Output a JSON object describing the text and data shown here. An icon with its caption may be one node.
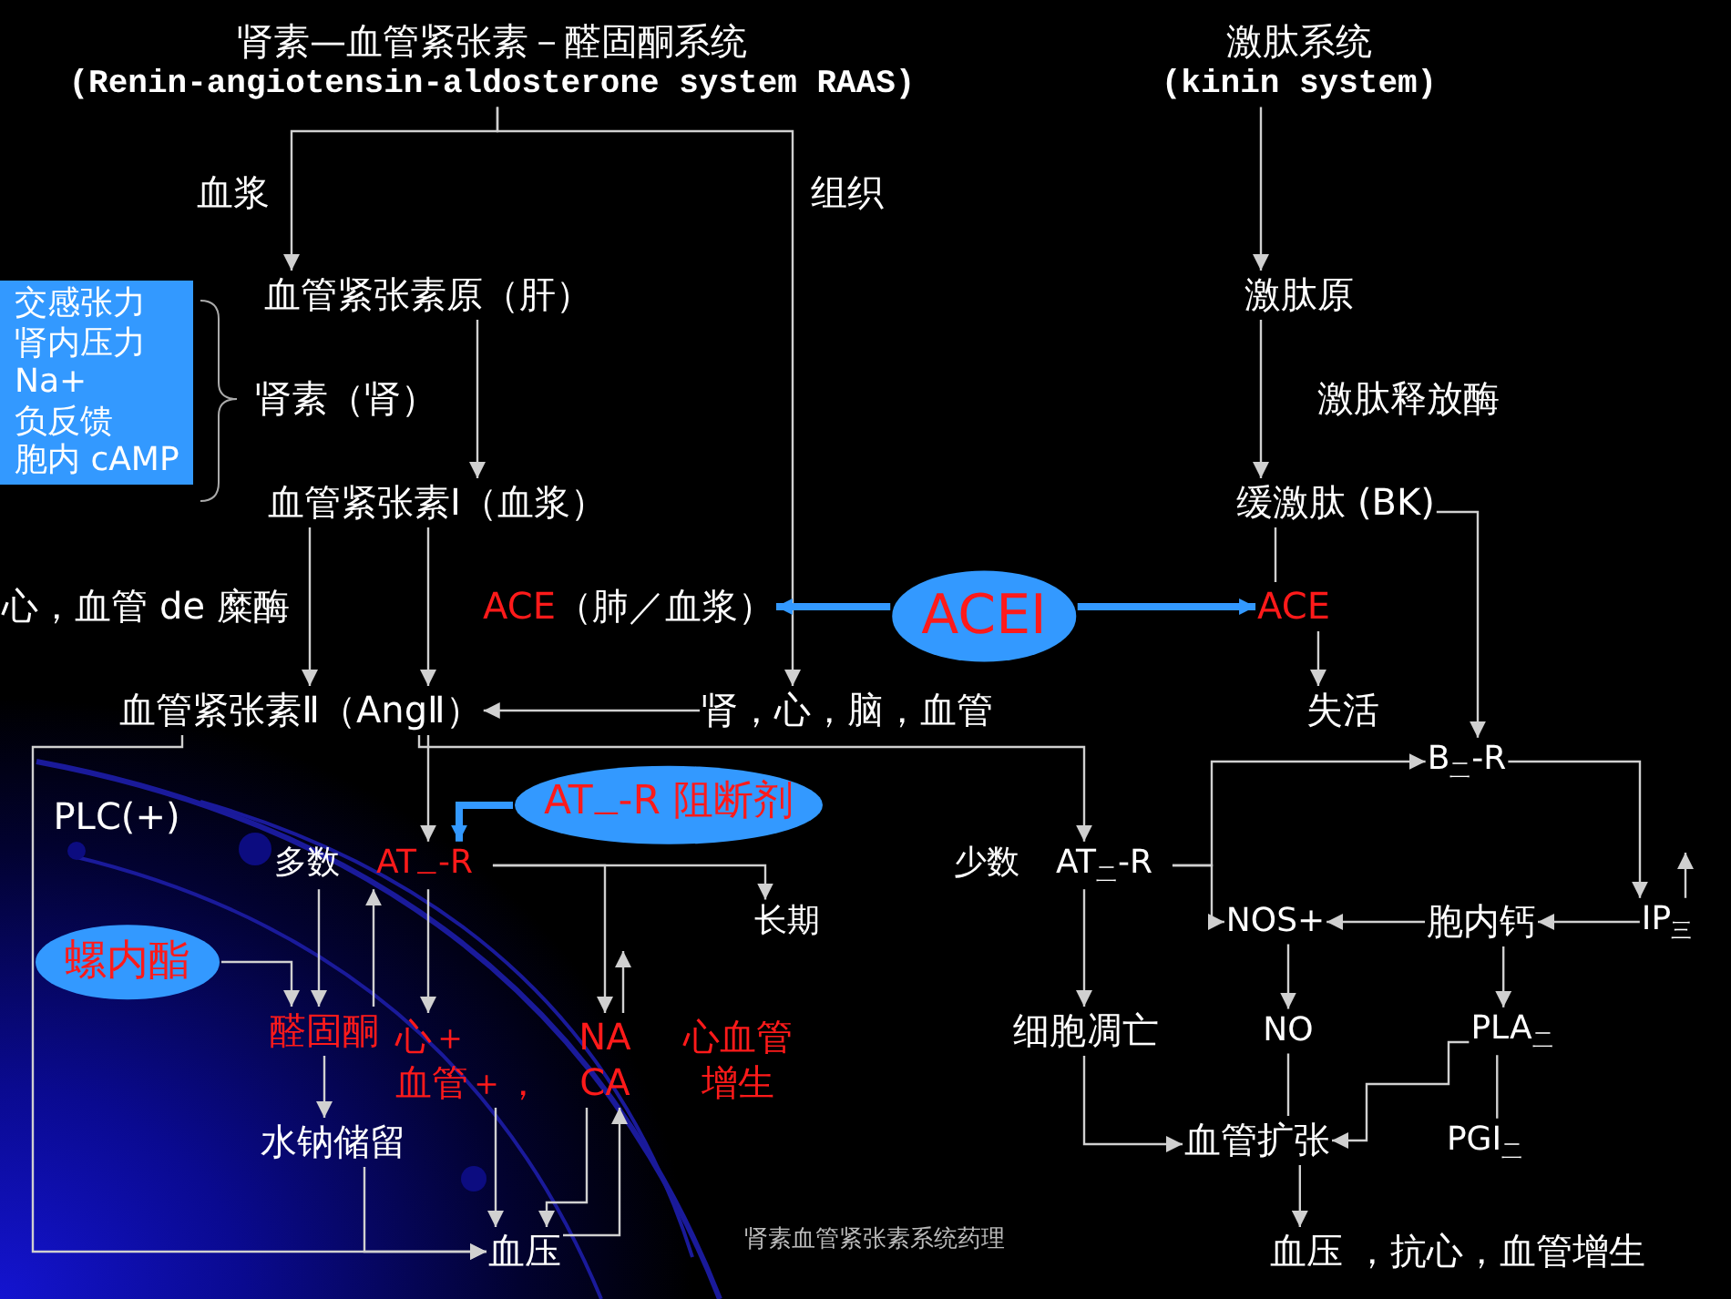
{
  "diagram": {
    "nodes": [
      {
        "text": [
          "肾素—血管紧张素－醛固酮系统",
          "(Renin-angiotensin-aldosterone system RAAS)"
        ]
      },
      {
        "text": [
          "激肽系统",
          "(kinin system)"
        ]
      },
      {
        "text": [
          "血管紧张素原（肝）"
        ]
      },
      {
        "text": [
          "肾素（肾）"
        ]
      },
      {
        "text": [
          "血管紧张素Ⅰ（血浆）"
        ]
      },
      {
        "text": [
          "交感张力",
          "肾内压力",
          "Na+",
          "负反馈",
          "胞内 cAMP"
        ]
      },
      {
        "text": [
          "ACE",
          "（肺／血浆）"
        ]
      },
      {
        "text": [
          "ACEI"
        ]
      },
      {
        "text": [
          "血管紧张素Ⅱ（AngⅡ）"
        ]
      },
      {
        "text": [
          "肾，心，脑，血管"
        ]
      },
      {
        "text": [
          "AT$_{一}$-R 阻断剂"
        ]
      },
      {
        "text": [
          "多数",
          "AT$_{一}$-R"
        ]
      },
      {
        "text": [
          "长期"
        ]
      },
      {
        "text": [
          "螺内酯"
        ]
      },
      {
        "text": [
          "醛固酮"
        ]
      },
      {
        "text": [
          "心＋",
          "血管＋，"
        ]
      },
      {
        "text": [
          "NA CA"
        ]
      },
      {
        "text": [
          "心血管增生"
        ]
      },
      {
        "text": [
          "水钠储留"
        ]
      },
      {
        "text": [
          "血压"
        ]
      },
      {
        "text": [
          "激肽原"
        ]
      },
      {
        "text": [
          "缓激肽 (BK)"
        ]
      },
      {
        "text": [
          "ACE"
        ]
      },
      {
        "text": [
          "失活"
        ]
      },
      {
        "text": [
          "B$_{二}$-R"
        ]
      },
      {
        "text": [
          "少数",
          "AT$_{二}$-R"
        ]
      },
      {
        "text": [
          "NOS+"
        ]
      },
      {
        "text": [
          "胞内钙"
        ]
      },
      {
        "text": [
          "IP$_{三}$"
        ]
      },
      {
        "text": [
          "细胞凋亡"
        ]
      },
      {
        "text": [
          "NO"
        ]
      },
      {
        "text": [
          "PLA$_{二}$"
        ]
      },
      {
        "text": [
          "血管扩张"
        ]
      },
      {
        "text": [
          "PGI$_{二}$"
        ]
      },
      {
        "text": [
          "血压 ，抗心，血管增生"
        ]
      }
    ],
    "edges": [
      {
        "from": 0,
        "to": 2,
        "arrow": "to"
      },
      {
        "from": 0,
        "to": 9,
        "arrow": "to"
      },
      {
        "from": 2,
        "to": 4,
        "arrow": "to"
      },
      {
        "from": 4,
        "to": 8,
        "arrow": "to"
      },
      {
        "from": 4,
        "to": 8,
        "arrow": "to"
      },
      {
        "from": 9,
        "to": 8,
        "arrow": "to"
      },
      {
        "from": 7,
        "to": 6,
        "arrow": "to",
        "style": "thick",
        "color": "#3399ff"
      },
      {
        "from": 7,
        "to": 22,
        "arrow": "to",
        "style": "thick",
        "color": "#3399ff"
      },
      {
        "from": 1,
        "to": 20,
        "arrow": "to"
      },
      {
        "from": 20,
        "to": 21,
        "arrow": "to"
      },
      {
        "from": 21,
        "to": 22,
        "arrow": "none"
      },
      {
        "from": 22,
        "to": 23,
        "arrow": "to"
      },
      {
        "from": 21,
        "to": 24,
        "arrow": "to"
      },
      {
        "from": 8,
        "to": 11,
        "arrow": "to"
      },
      {
        "from": 8,
        "to": 25,
        "arrow": "to"
      },
      {
        "from": 8,
        "to": 19,
        "arrow": "to"
      },
      {
        "from": 10,
        "to": 11,
        "arrow": "to",
        "style": "thick",
        "color": "#3399ff"
      },
      {
        "from": 11,
        "to": 14,
        "arrow": "to"
      },
      {
        "from": 11,
        "to": 15,
        "arrow": "to"
      },
      {
        "from": 11,
        "to": 16,
        "arrow": "to"
      },
      {
        "from": 11,
        "to": 12,
        "arrow": "to"
      },
      {
        "from": 13,
        "to": 14,
        "arrow": "to"
      },
      {
        "from": 14,
        "to": 11,
        "arrow": "to"
      },
      {
        "from": 16,
        "to": null,
        "arrow": "to"
      },
      {
        "from": 14,
        "to": 18,
        "arrow": "to"
      },
      {
        "from": 18,
        "to": 19,
        "arrow": "to"
      },
      {
        "from": 15,
        "to": 19,
        "arrow": "to"
      },
      {
        "from": 16,
        "to": 19,
        "arrow": "to"
      },
      {
        "from": 19,
        "to": 16,
        "arrow": "to"
      },
      {
        "from": 25,
        "to": 29,
        "arrow": "to"
      },
      {
        "from": 25,
        "to": 24,
        "arrow": "to"
      },
      {
        "from": 25,
        "to": 26,
        "arrow": "to"
      },
      {
        "from": 24,
        "to": 28,
        "arrow": "to"
      },
      {
        "from": 28,
        "to": 27,
        "arrow": "to"
      },
      {
        "from": 27,
        "to": 26,
        "arrow": "to"
      },
      {
        "from": 28,
        "to": null,
        "arrow": "to"
      },
      {
        "from": 26,
        "to": 30,
        "arrow": "to"
      },
      {
        "from": 27,
        "to": 31,
        "arrow": "to"
      },
      {
        "from": 31,
        "to": 32,
        "arrow": "to"
      },
      {
        "from": 30,
        "to": 32,
        "arrow": "none"
      },
      {
        "from": 31,
        "to": 33,
        "arrow": "none"
      },
      {
        "from": 29,
        "to": 32,
        "arrow": "to"
      },
      {
        "from": 32,
        "to": 34,
        "arrow": "to"
      }
    ],
    "labels": [
      "血浆",
      "组织",
      "心，血管 de 糜酶",
      "激肽释放酶",
      "PLC(+)",
      "肾素血管紧张素系统药理"
    ]
  }
}
